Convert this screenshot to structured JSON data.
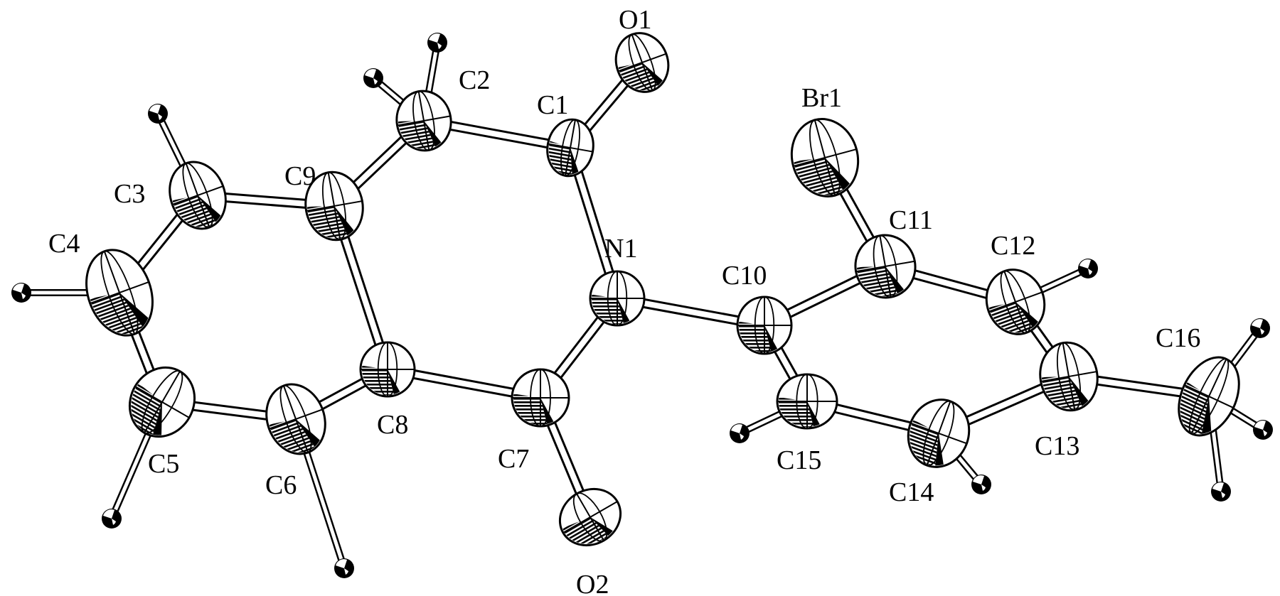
{
  "diagram": {
    "atoms": [
      {
        "id": "O1",
        "label": "O1",
        "element": "O"
      },
      {
        "id": "C1",
        "label": "C1",
        "element": "C"
      },
      {
        "id": "C2",
        "label": "C2",
        "element": "C"
      },
      {
        "id": "C3",
        "label": "C3",
        "element": "C"
      },
      {
        "id": "C4",
        "label": "C4",
        "element": "C"
      },
      {
        "id": "C5",
        "label": "C5",
        "element": "C"
      },
      {
        "id": "C6",
        "label": "C6",
        "element": "C"
      },
      {
        "id": "C7",
        "label": "C7",
        "element": "C"
      },
      {
        "id": "C8",
        "label": "C8",
        "element": "C"
      },
      {
        "id": "C9",
        "label": "C9",
        "element": "C"
      },
      {
        "id": "N1",
        "label": "N1",
        "element": "N"
      },
      {
        "id": "O2",
        "label": "O2",
        "element": "O"
      },
      {
        "id": "C10",
        "label": "C10",
        "element": "C"
      },
      {
        "id": "C11",
        "label": "C11",
        "element": "C"
      },
      {
        "id": "Br1",
        "label": "Br1",
        "element": "Br"
      },
      {
        "id": "C12",
        "label": "C12",
        "element": "C"
      },
      {
        "id": "C13",
        "label": "C13",
        "element": "C"
      },
      {
        "id": "C14",
        "label": "C14",
        "element": "C"
      },
      {
        "id": "C15",
        "label": "C15",
        "element": "C"
      },
      {
        "id": "C16",
        "label": "C16",
        "element": "C"
      }
    ],
    "bonds": [
      [
        "C1",
        "O1"
      ],
      [
        "C1",
        "C2"
      ],
      [
        "C1",
        "N1"
      ],
      [
        "C2",
        "C9"
      ],
      [
        "C9",
        "C3"
      ],
      [
        "C3",
        "C4"
      ],
      [
        "C4",
        "C5"
      ],
      [
        "C5",
        "C6"
      ],
      [
        "C6",
        "C8"
      ],
      [
        "C8",
        "C9"
      ],
      [
        "C8",
        "C7"
      ],
      [
        "C7",
        "N1"
      ],
      [
        "C7",
        "O2"
      ],
      [
        "N1",
        "C10"
      ],
      [
        "C10",
        "C11"
      ],
      [
        "C10",
        "C15"
      ],
      [
        "C11",
        "Br1"
      ],
      [
        "C11",
        "C12"
      ],
      [
        "C12",
        "C13"
      ],
      [
        "C13",
        "C14"
      ],
      [
        "C14",
        "C15"
      ],
      [
        "C13",
        "C16"
      ]
    ]
  }
}
